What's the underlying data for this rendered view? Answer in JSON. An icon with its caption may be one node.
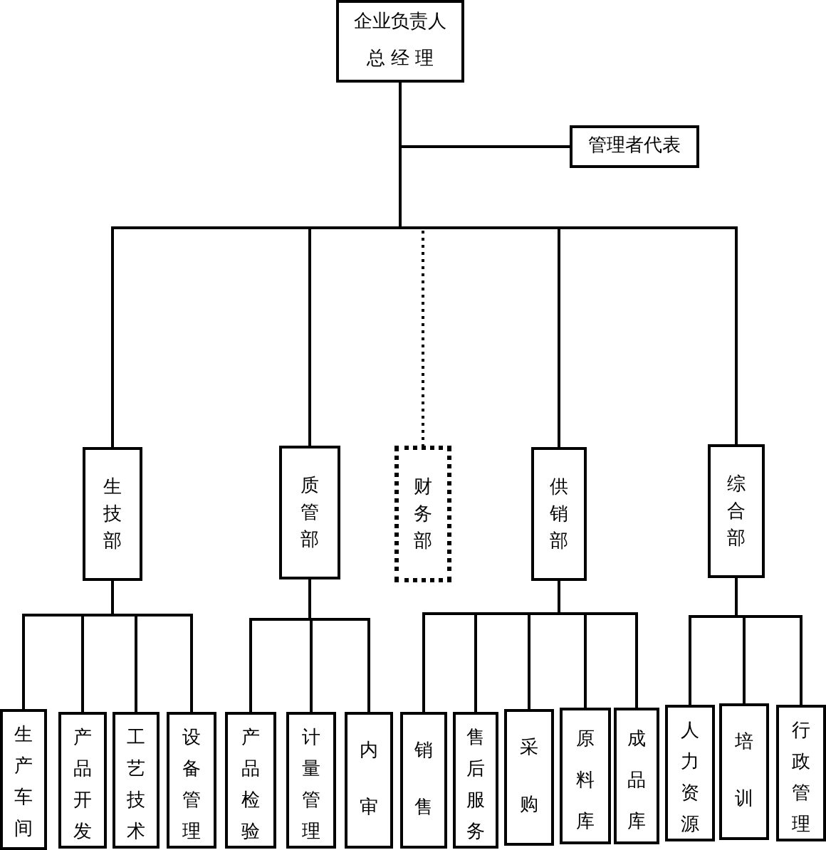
{
  "diagram": {
    "nodes": [
      {
        "text": [
          "企业负责人",
          "总 经 理"
        ]
      },
      {
        "text": [
          "管理者代表"
        ]
      },
      {
        "text": [
          "生技部"
        ]
      },
      {
        "text": [
          "质管部"
        ]
      },
      {
        "text": [
          "财务部"
        ]
      },
      {
        "text": [
          "供销部"
        ]
      },
      {
        "text": [
          "综合部"
        ]
      },
      {
        "text": [
          "生产车间"
        ]
      },
      {
        "text": [
          "产品开发"
        ]
      },
      {
        "text": [
          "工艺技术"
        ]
      },
      {
        "text": [
          "设备管理"
        ]
      },
      {
        "text": [
          "产品检验"
        ]
      },
      {
        "text": [
          "计量管理"
        ]
      },
      {
        "text": [
          "内审"
        ]
      },
      {
        "text": [
          "销售"
        ]
      },
      {
        "text": [
          "售后服务"
        ]
      },
      {
        "text": [
          "采购"
        ]
      },
      {
        "text": [
          "原料库"
        ]
      },
      {
        "text": [
          "成品库"
        ]
      },
      {
        "text": [
          "人力资源"
        ]
      },
      {
        "text": [
          "培训"
        ]
      },
      {
        "text": [
          "行政管理"
        ]
      }
    ],
    "edges": [
      {
        "from": 0,
        "to": 1,
        "arrow": "none"
      },
      {
        "from": 0,
        "to": 2,
        "arrow": "none"
      },
      {
        "from": 0,
        "to": 3,
        "arrow": "none"
      },
      {
        "from": 0,
        "to": 4,
        "arrow": "none",
        "style": "dashed"
      },
      {
        "from": 0,
        "to": 5,
        "arrow": "none"
      },
      {
        "from": 0,
        "to": 6,
        "arrow": "none"
      },
      {
        "from": 2,
        "to": 7,
        "arrow": "none"
      },
      {
        "from": 2,
        "to": 8,
        "arrow": "none"
      },
      {
        "from": 2,
        "to": 9,
        "arrow": "none"
      },
      {
        "from": 2,
        "to": 10,
        "arrow": "none"
      },
      {
        "from": 3,
        "to": 11,
        "arrow": "none"
      },
      {
        "from": 3,
        "to": 12,
        "arrow": "none"
      },
      {
        "from": 3,
        "to": 13,
        "arrow": "none"
      },
      {
        "from": 5,
        "to": 14,
        "arrow": "none"
      },
      {
        "from": 5,
        "to": 15,
        "arrow": "none"
      },
      {
        "from": 5,
        "to": 16,
        "arrow": "none"
      },
      {
        "from": 5,
        "to": 17,
        "arrow": "none"
      },
      {
        "from": 5,
        "to": 18,
        "arrow": "none"
      },
      {
        "from": 6,
        "to": 19,
        "arrow": "none"
      },
      {
        "from": 6,
        "to": 20,
        "arrow": "none"
      },
      {
        "from": 6,
        "to": 21,
        "arrow": "none"
      }
    ]
  }
}
